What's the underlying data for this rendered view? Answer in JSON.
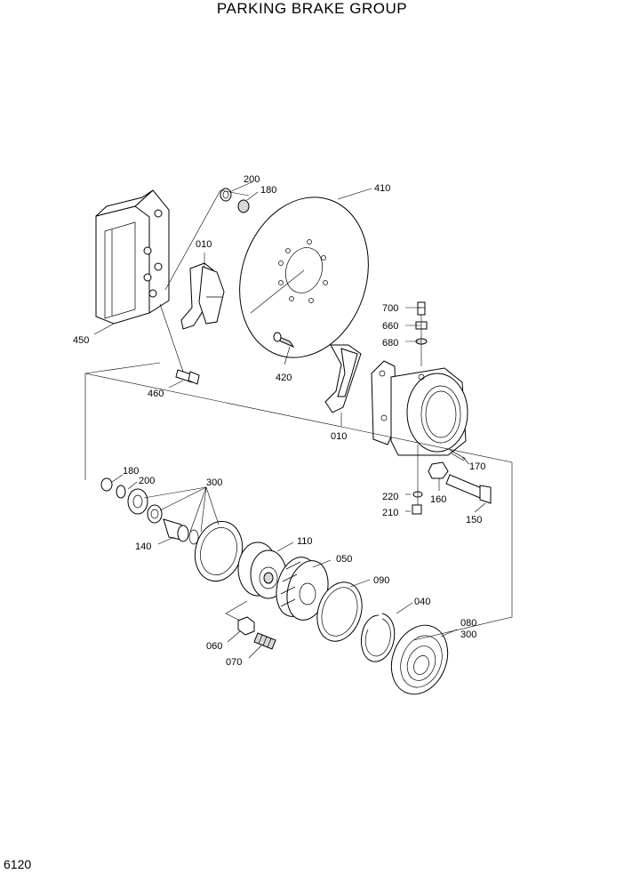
{
  "header": {
    "title": "PARKING BRAKE GROUP"
  },
  "footer": {
    "page_number": "6120"
  },
  "labels": {
    "p200a": "200",
    "p180a": "180",
    "p410": "410",
    "p010a": "010",
    "p450": "450",
    "p700": "700",
    "p660": "660",
    "p680": "680",
    "p420": "420",
    "p460": "460",
    "p010b": "010",
    "p170": "170",
    "p180b": "180",
    "p200b": "200",
    "p300a": "300",
    "p220": "220",
    "p160": "160",
    "p210": "210",
    "p150": "150",
    "p140": "140",
    "p110": "110",
    "p050": "050",
    "p090": "090",
    "p040": "040",
    "p080": "080",
    "p300b": "300",
    "p060": "060",
    "p070": "070"
  }
}
